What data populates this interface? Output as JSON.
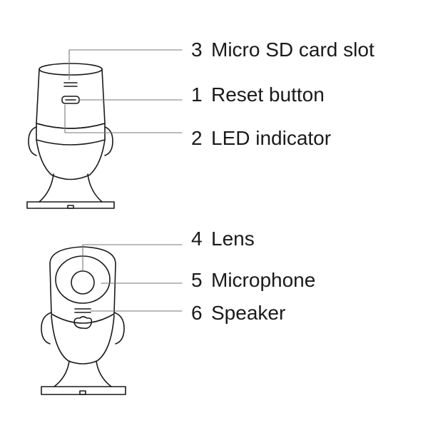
{
  "diagram": {
    "callouts_back": [
      {
        "num": "3",
        "text": "Micro SD card slot"
      },
      {
        "num": "1",
        "text": "Reset button"
      },
      {
        "num": "2",
        "text": "LED indicator"
      }
    ],
    "callouts_front": [
      {
        "num": "4",
        "text": "Lens"
      },
      {
        "num": "5",
        "text": "Microphone"
      },
      {
        "num": "6",
        "text": "Speaker"
      }
    ]
  }
}
